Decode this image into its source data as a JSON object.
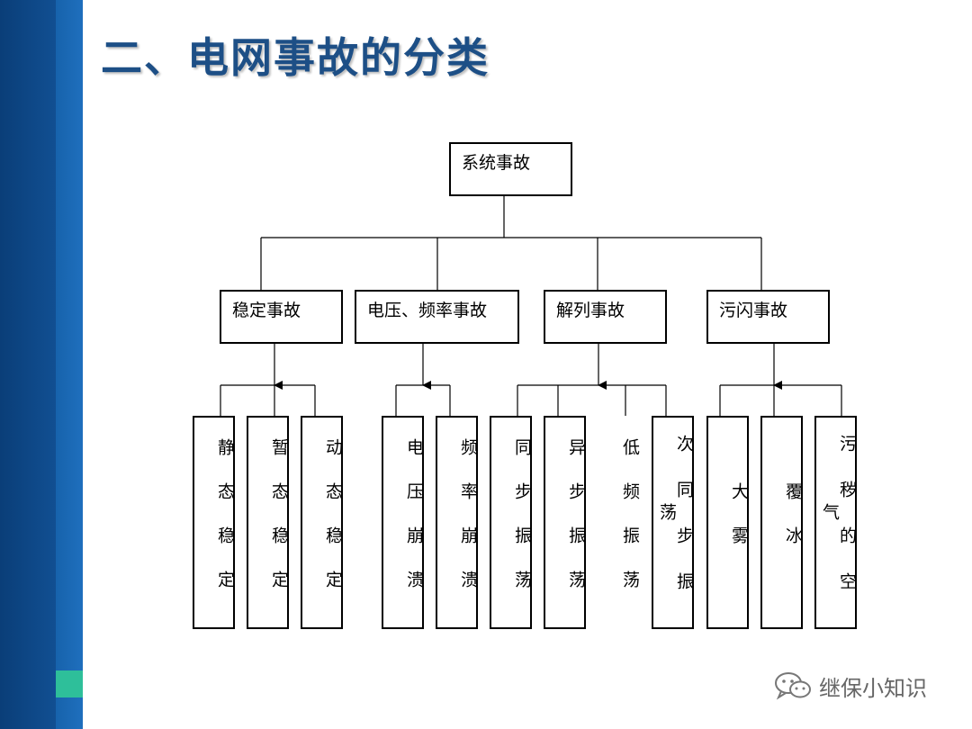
{
  "slide": {
    "title": "二、电网事故的分类"
  },
  "diagram": {
    "root": {
      "label": "系统事故"
    },
    "categories": [
      {
        "label": "稳定事故",
        "children": [
          "静态稳定",
          "暂态稳定",
          "动态稳定"
        ]
      },
      {
        "label": "电压、频率事故",
        "children": [
          "电压崩溃",
          "频率崩溃"
        ]
      },
      {
        "label": "解列事故",
        "children": [
          "同步振荡",
          "异步振荡",
          "低频振荡",
          "次同步振荡"
        ]
      },
      {
        "label": "污闪事故",
        "children": [
          "大雾",
          "覆冰",
          "污秽的空气"
        ]
      }
    ]
  },
  "watermark": {
    "icon": "wechat-icon",
    "text": "继保小知识"
  },
  "colors": {
    "left_band": "#0f4d8f",
    "accent": "#2ebf9a",
    "title": "#1d4f86"
  }
}
